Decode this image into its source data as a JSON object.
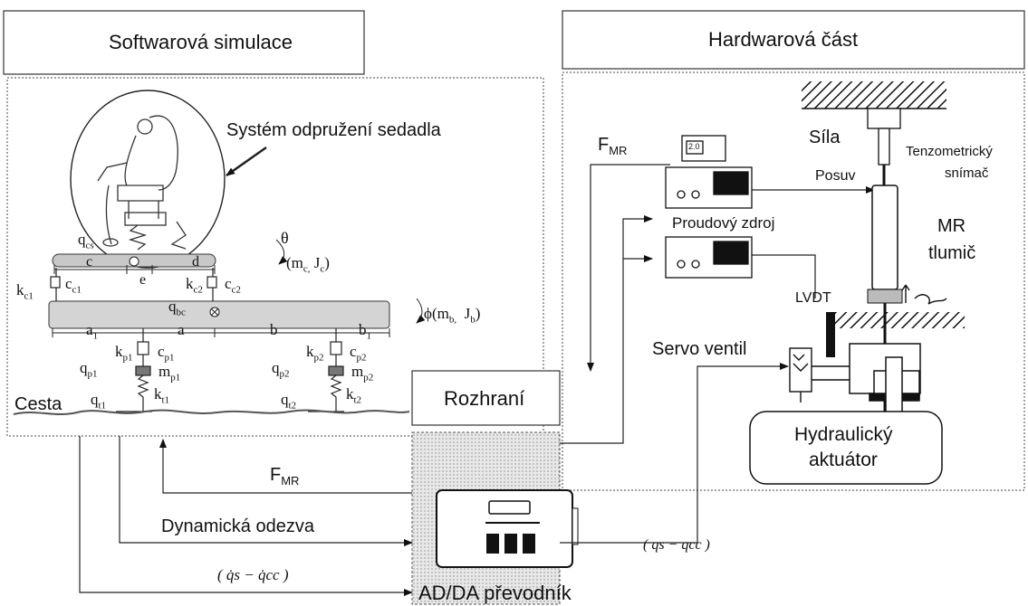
{
  "sections": {
    "software_title": "Softwarová simulace",
    "hardware_title": "Hardwarová část"
  },
  "labels": {
    "seat_system": "Systém odpružení sedadla",
    "road": "Cesta",
    "interface": "Rozhraní",
    "converter": "AD/DA převodník",
    "f_mr_main": "F",
    "f_mr_sub": "MR",
    "f_mr_hw": "F",
    "f_mr_hw_sub": "MR",
    "dynamic_response": "Dynamická odezva",
    "velocity_signal": "( q̇s − q̇cc )",
    "displacement_signal": "( qs − qcc )",
    "force": "Síla",
    "strain_gauge_1": "Tenzometrický",
    "strain_gauge_2": "snímač",
    "displacement": "Posuv",
    "current_source": "Proudový zdroj",
    "mr_damper_1": "MR",
    "mr_damper_2": "tlumič",
    "lvdt": "LVDT",
    "servo_valve": "Servo ventil",
    "hydraulic_actuator_1": "Hydraulický",
    "hydraulic_actuator_2": "aktuátor",
    "display_value": "2.0"
  },
  "model_symbols": {
    "theta": "θ",
    "mc_jc": "(m",
    "mc_sub": "c,",
    "jc": "J",
    "jc_sub": "c",
    "phi": "ϕ(m",
    "mb_sub": "b,",
    "jb": "J",
    "jb_sub": "b",
    "qcs": "q",
    "qcs_sub": "cs",
    "qbc": "q",
    "qbc_sub": "bc",
    "c": "c",
    "d": "d",
    "e": "e",
    "kc1": "k",
    "kc1_sub": "c1",
    "cc1": "c",
    "cc1_sub": "c1",
    "kc2": "k",
    "kc2_sub": "c2",
    "cc2": "c",
    "cc2_sub": "c2",
    "a1": "a",
    "a1_sub": "1",
    "a": "a",
    "b": "b",
    "b1": "b",
    "b1_sub": "1",
    "kp1": "k",
    "kp1_sub": "p1",
    "cp1": "c",
    "cp1_sub": "p1",
    "qp1": "q",
    "qp1_sub": "p1",
    "mp1": "m",
    "mp1_sub": "p1",
    "kt1": "k",
    "kt1_sub": "t1",
    "qt1": "q",
    "qt1_sub": "t1",
    "kp2": "k",
    "kp2_sub": "p2",
    "cp2": "c",
    "cp2_sub": "p2",
    "qp2": "q",
    "qp2_sub": "p2",
    "mp2": "m",
    "mp2_sub": "p2",
    "kt2": "k",
    "kt2_sub": "t2",
    "qt2": "q",
    "qt2_sub": "t2"
  }
}
